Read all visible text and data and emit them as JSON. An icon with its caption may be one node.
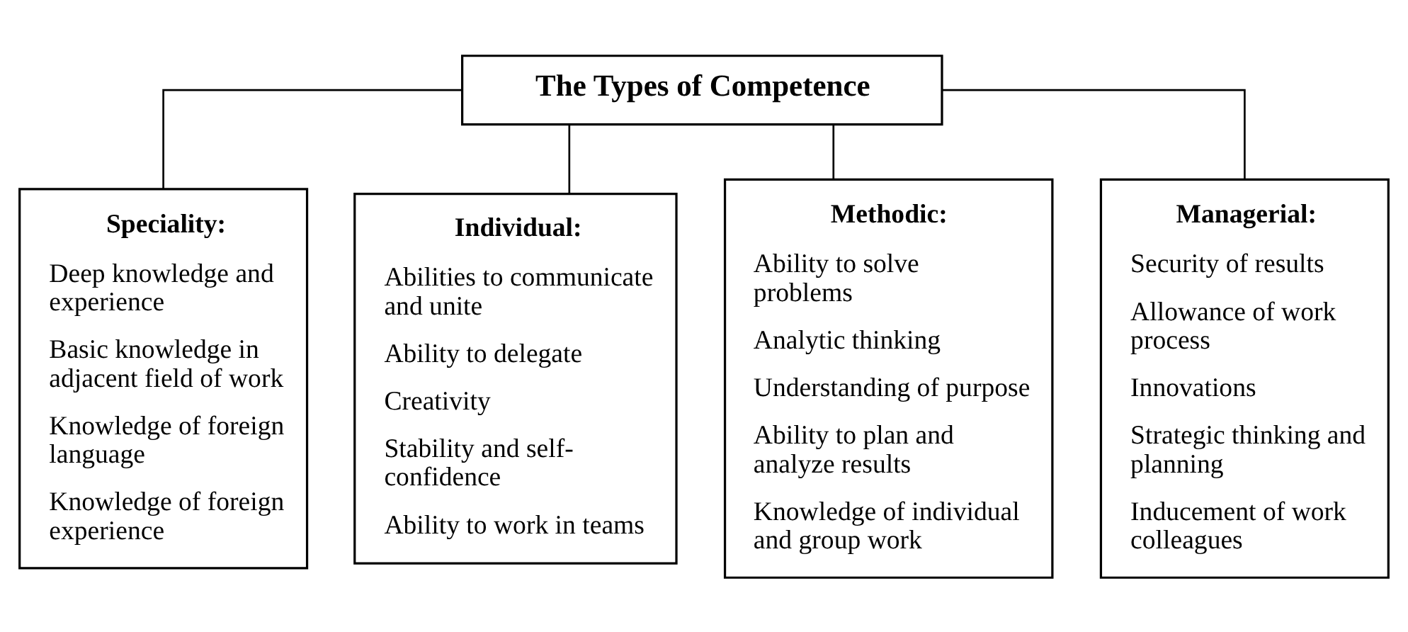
{
  "diagram": {
    "nodes": [
      {
        "text": [
          "The Types of Competence"
        ]
      },
      {
        "text": [
          "Speciality:",
          "Deep knowledge and experience",
          "Basic knowledge in adjacent field of work",
          "Knowledge of foreign language",
          "Knowledge of foreign experience"
        ]
      },
      {
        "text": [
          "Individual:",
          "Abilities to communicate and unite",
          "Ability to delegate",
          "Creativity",
          "Stability and self-confidence",
          "Ability to work in teams"
        ]
      },
      {
        "text": [
          "Methodic:",
          "Ability to solve problems",
          "Analytic thinking",
          "Understanding of purpose",
          "Ability to plan and analyze results",
          "Knowledge of individual and group work"
        ]
      },
      {
        "text": [
          "Managerial:",
          "Security of results",
          "Allowance of work process",
          "Innovations",
          "Strategic thinking and planning",
          "Inducement of work colleagues"
        ]
      }
    ],
    "edges": [
      {
        "from": 0,
        "to": 1,
        "arrow": "none"
      },
      {
        "from": 0,
        "to": 2,
        "arrow": "none"
      },
      {
        "from": 0,
        "to": 3,
        "arrow": "none"
      },
      {
        "from": 0,
        "to": 4,
        "arrow": "none"
      }
    ]
  }
}
